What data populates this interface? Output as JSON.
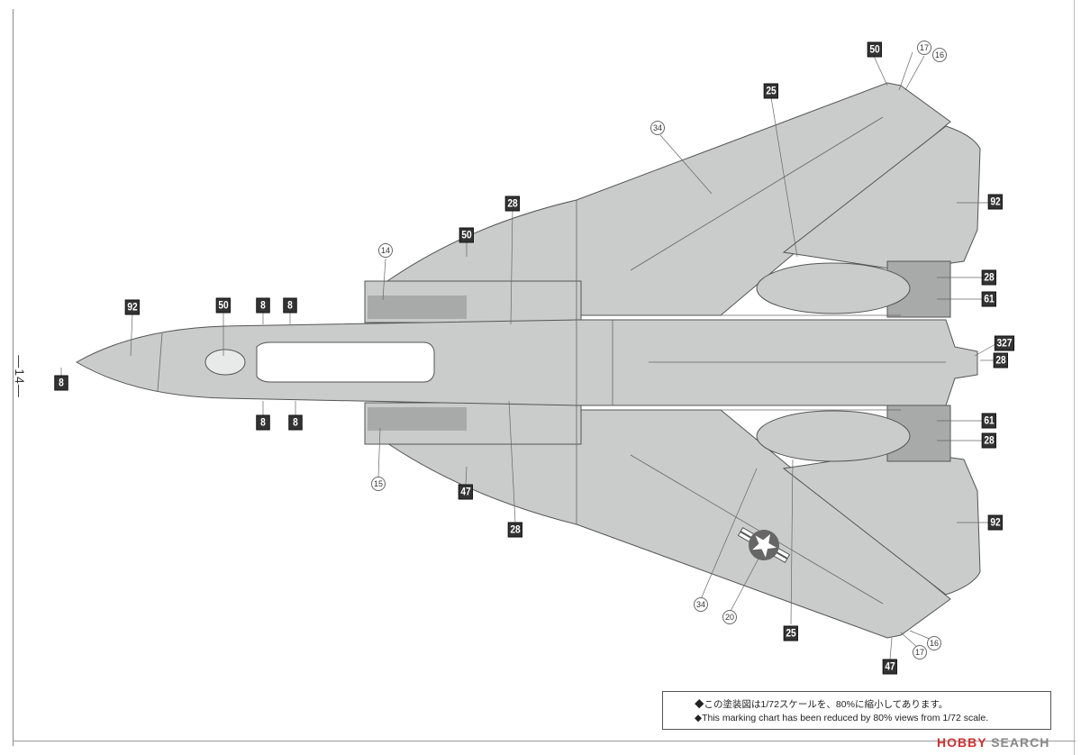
{
  "page": {
    "page_number": "—14—",
    "note_ja": "◆この塗装図は1/72スケールを、80%に縮小してあります。",
    "note_en": "◆This marking chart has been reduced by 80%  views from 1/72 scale.",
    "watermark": "HOBBY SEARCH",
    "watermark_part1": "HOBBY",
    "watermark_part2": " SEARCH"
  },
  "colors": {
    "aircraft_gray": "#c9ccca",
    "panel_dark": "#a7aaa9",
    "outline": "#555555",
    "callout_box": "#333333"
  },
  "callouts": {
    "color_refs": [
      {
        "id": "c92-nose",
        "label": "92"
      },
      {
        "id": "c8-nose",
        "label": "8"
      },
      {
        "id": "c50-canopy",
        "label": "50"
      },
      {
        "id": "c8-top1",
        "label": "8"
      },
      {
        "id": "c8-top2",
        "label": "8"
      },
      {
        "id": "c8-bot1",
        "label": "8"
      },
      {
        "id": "c8-bot2",
        "label": "8"
      },
      {
        "id": "c50-glove",
        "label": "50"
      },
      {
        "id": "c28-top",
        "label": "28"
      },
      {
        "id": "c47-glove",
        "label": "47"
      },
      {
        "id": "c28-bot",
        "label": "28"
      },
      {
        "id": "c25-top",
        "label": "25"
      },
      {
        "id": "c50-wingtip",
        "label": "50"
      },
      {
        "id": "c92-tail-top",
        "label": "92"
      },
      {
        "id": "c28-noz-top",
        "label": "28"
      },
      {
        "id": "c61-noz-top",
        "label": "61"
      },
      {
        "id": "c327-tail",
        "label": "327"
      },
      {
        "id": "c28-tail",
        "label": "28"
      },
      {
        "id": "c61-noz-bot",
        "label": "61"
      },
      {
        "id": "c28-noz-bot",
        "label": "28"
      },
      {
        "id": "c92-tail-bot",
        "label": "92"
      },
      {
        "id": "c25-bot",
        "label": "25"
      },
      {
        "id": "c47-wingtip",
        "label": "47"
      }
    ],
    "decals": [
      {
        "id": "d14",
        "label": "14"
      },
      {
        "id": "d15",
        "label": "15"
      },
      {
        "id": "d34-top",
        "label": "34"
      },
      {
        "id": "d17-top",
        "label": "17"
      },
      {
        "id": "d16-top",
        "label": "16"
      },
      {
        "id": "d34-bot",
        "label": "34"
      },
      {
        "id": "d20",
        "label": "20"
      },
      {
        "id": "d17-bot",
        "label": "17"
      },
      {
        "id": "d16-bot",
        "label": "16"
      }
    ]
  }
}
